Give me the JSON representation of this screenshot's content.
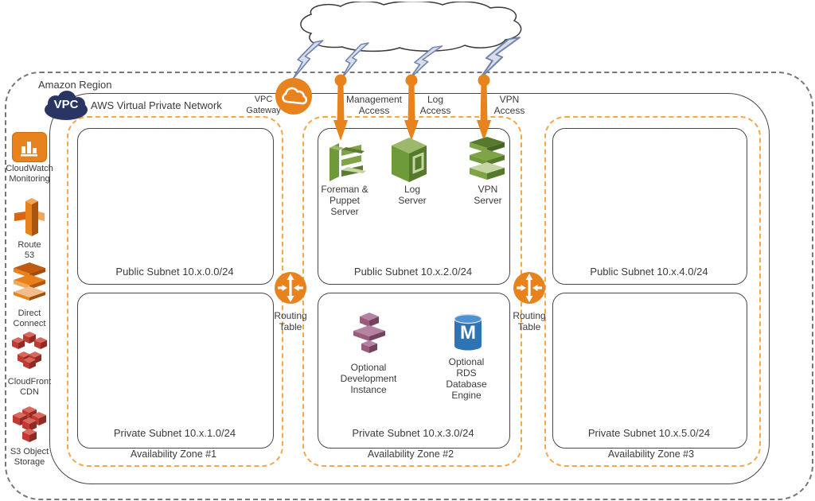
{
  "internet": {
    "label": "Internet"
  },
  "region": {
    "label": "Amazon Region"
  },
  "vpc": {
    "badge": "VPC",
    "network_label": "AWS Virtual Private Network",
    "gateway": {
      "label": "VPC\nGateway"
    }
  },
  "access_arrows": [
    {
      "label": "Management\nAccess"
    },
    {
      "label": "Log\nAccess"
    },
    {
      "label": "VPN\nAccess"
    }
  ],
  "sidebar": {
    "items": [
      {
        "icon": "cloudwatch-monitoring-icon",
        "label": "CloudWatch\nMonitoring"
      },
      {
        "icon": "route-53-icon",
        "label": "Route\n53"
      },
      {
        "icon": "direct-connect-icon",
        "label": "Direct\nConnect"
      },
      {
        "icon": "cloudfront-cdn-icon",
        "label": "CloudFront\nCDN"
      },
      {
        "icon": "s3-object-storage-icon",
        "label": "S3 Object\nStorage"
      }
    ]
  },
  "zones": [
    {
      "label": "Availability Zone #1",
      "public_subnet": {
        "label": "Public Subnet 10.x.0.0/24"
      },
      "private_subnet": {
        "label": "Private Subnet 10.x.1.0/24"
      }
    },
    {
      "label": "Availability Zone #2",
      "public_subnet": {
        "label": "Public Subnet 10.x.2.0/24",
        "servers": [
          {
            "icon": "foreman-puppet-server-icon",
            "label": "Foreman &\nPuppet\nServer"
          },
          {
            "icon": "log-server-icon",
            "label": "Log\nServer"
          },
          {
            "icon": "vpn-server-icon",
            "label": "VPN\nServer"
          }
        ]
      },
      "private_subnet": {
        "label": "Private Subnet 10.x.3.0/24",
        "servers": [
          {
            "icon": "development-instance-icon",
            "label": "Optional\nDevelopment\nInstance"
          },
          {
            "icon": "rds-database-icon",
            "label": "Optional\nRDS\nDatabase\nEngine",
            "letter": "M"
          }
        ]
      }
    },
    {
      "label": "Availability Zone #3",
      "public_subnet": {
        "label": "Public Subnet 10.x.4.0/24"
      },
      "private_subnet": {
        "label": "Private Subnet 10.x.5.0/24"
      }
    }
  ],
  "routing_tables": [
    {
      "label": "Routing\nTable"
    },
    {
      "label": "Routing\nTable"
    }
  ],
  "colors": {
    "aws_orange": "#E8821D",
    "zone_dash_orange": "#F7A64A",
    "server_green": "#6E9A3A",
    "instance_purple": "#9A5B7D",
    "rds_blue": "#2E74B5",
    "edge_red": "#C13A31",
    "vpc_navy": "#2A3564",
    "bolt_blue": "#7084AE"
  }
}
